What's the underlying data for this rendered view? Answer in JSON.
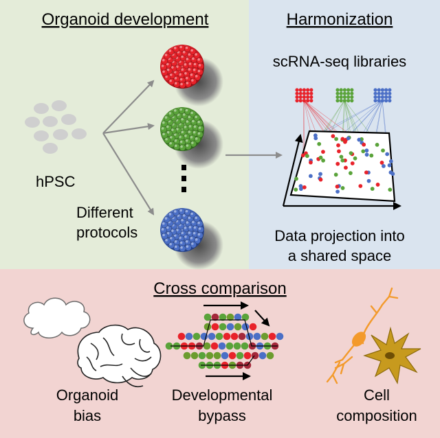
{
  "panels": {
    "development": {
      "title": "Organoid development",
      "source_label": "hPSC",
      "protocol_label": [
        "Different",
        "protocols"
      ],
      "colors": {
        "background": "#e4ecd9",
        "organoid_1": "#e8222a",
        "organoid_2": "#5aa33a",
        "organoid_3": "#4b6fc6"
      }
    },
    "harmonization": {
      "title": "Harmonization",
      "libraries_label": "scRNA-seq libraries",
      "projection_label": [
        "Data projection into",
        "a shared space"
      ],
      "colors": {
        "background": "#dae4ef"
      }
    },
    "comparison": {
      "title": "Cross comparison",
      "items": [
        {
          "label": [
            "Organoid",
            "bias"
          ]
        },
        {
          "label": [
            "Developmental",
            "bypass"
          ]
        },
        {
          "label": [
            "Cell",
            "composition"
          ]
        }
      ],
      "colors": {
        "background": "#f2d4d2"
      }
    }
  },
  "icons": [
    "hpsc-cluster-icon",
    "organoid-sphere-icon",
    "library-grid-icon",
    "projection-space-icon",
    "cloud-icon",
    "brain-icon",
    "lineage-network-icon",
    "neuron-icon",
    "astrocyte-icon"
  ]
}
